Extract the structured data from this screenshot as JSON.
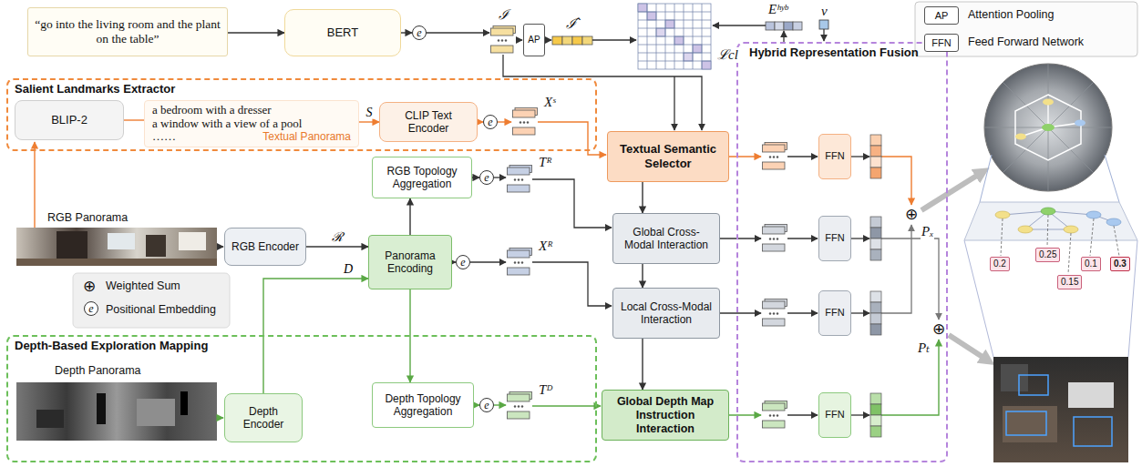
{
  "diagram": {
    "nodes": [
      {
        "text": [
          "“go into the living room and the plant on the table”"
        ]
      },
      {
        "text": [
          "BERT"
        ]
      },
      {
        "text": [
          "e"
        ]
      },
      {
        "text": [
          "AP"
        ]
      },
      {
        "text": [
          "Salient Landmarks Extractor"
        ]
      },
      {
        "text": [
          "BLIP-2"
        ],
        "in": 4
      },
      {
        "text": [
          "a bedroom with a dresser",
          "a window with a view of a pool",
          "……",
          "Textual Panorama"
        ],
        "in": 4
      },
      {
        "text": [
          "CLIP Text Encoder"
        ],
        "in": 4
      },
      {
        "text": [
          "e"
        ],
        "in": 4
      },
      {
        "text": [
          "Textual Semantic Selector"
        ]
      },
      {
        "text": [
          "RGB Encoder"
        ]
      },
      {
        "text": [
          "RGB Topology Aggregation"
        ]
      },
      {
        "text": [
          "e"
        ]
      },
      {
        "text": [
          "Panorama Encoding"
        ]
      },
      {
        "text": [
          "e"
        ]
      },
      {
        "text": [
          "Global Cross-Modal Interaction"
        ]
      },
      {
        "text": [
          "Local Cross-Modal Interaction"
        ]
      },
      {
        "text": [
          "Depth-Based Exploration Mapping"
        ]
      },
      {
        "text": [
          "Depth Encoder"
        ],
        "in": 17
      },
      {
        "text": [
          "Depth Topology Aggregation"
        ],
        "in": 17
      },
      {
        "text": [
          "e"
        ],
        "in": 17
      },
      {
        "text": [
          "Global Depth Map Instruction Interaction"
        ]
      },
      {
        "text": [
          "Hybrid Representation Fusion"
        ]
      },
      {
        "text": [
          "FFN"
        ],
        "in": 22
      },
      {
        "text": [
          "FFN"
        ],
        "in": 22
      },
      {
        "text": [
          "FFN"
        ],
        "in": 22
      },
      {
        "text": [
          "FFN"
        ],
        "in": 22
      }
    ],
    "edges": [
      {
        "from": 0,
        "to": 1,
        "arrow": "to"
      },
      {
        "from": 1,
        "to": 2,
        "arrow": "to"
      },
      {
        "from": 5,
        "to": 6,
        "arrow": "none"
      },
      {
        "from": 6,
        "to": 7,
        "label": "S",
        "arrow": "to"
      },
      {
        "from": 7,
        "to": 8,
        "arrow": "to"
      },
      {
        "from": 10,
        "to": 13,
        "label": "ℛ",
        "arrow": "to"
      },
      {
        "from": 13,
        "to": 11,
        "arrow": "to"
      },
      {
        "from": 11,
        "to": 12,
        "arrow": "to"
      },
      {
        "from": 13,
        "to": 14,
        "arrow": "to"
      },
      {
        "from": 18,
        "to": 13,
        "label": "D",
        "arrow": "to"
      },
      {
        "from": 13,
        "to": 19,
        "arrow": "to"
      },
      {
        "from": 19,
        "to": 20,
        "arrow": "to"
      },
      {
        "from": 9,
        "to": 15,
        "arrow": "to"
      },
      {
        "from": 15,
        "to": 16,
        "arrow": "to"
      },
      {
        "from": 16,
        "to": 21,
        "arrow": "to"
      }
    ],
    "labels": [
      "ℐ",
      "ℐ̂",
      "ℒcl",
      "Eʰʸᵇ",
      "v",
      "AP",
      "FFN",
      "Xˢ",
      "RGB Panorama",
      "Tᴿ",
      "Xᴿ",
      "⊕",
      "e",
      "Depth Panorama",
      "Tᴰ",
      "⊕",
      "Pₓ",
      "⊕",
      "Pₜ",
      "0.25",
      "0.2",
      "0.1",
      "0.3",
      "0.15"
    ],
    "legend": [
      {
        "text": "Attention Pooling"
      },
      {
        "text": "Feed Forward Network"
      },
      {
        "text": "Weighted Sum"
      },
      {
        "text": "Positional Embedding"
      }
    ]
  }
}
